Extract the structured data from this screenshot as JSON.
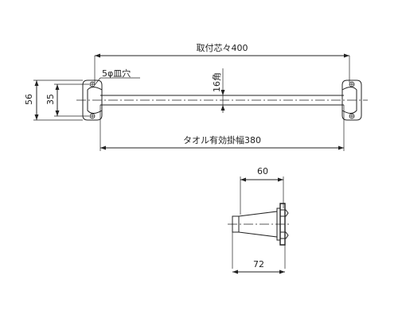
{
  "labels": {
    "mount_center_distance": "取付芯々400",
    "screw_hole": "5φ皿穴",
    "bar_section": "16角",
    "effective_width": "タオル有効掛幅380",
    "overall_height": "56",
    "hole_spacing": "35",
    "projection": "60",
    "projection_total": "72"
  }
}
